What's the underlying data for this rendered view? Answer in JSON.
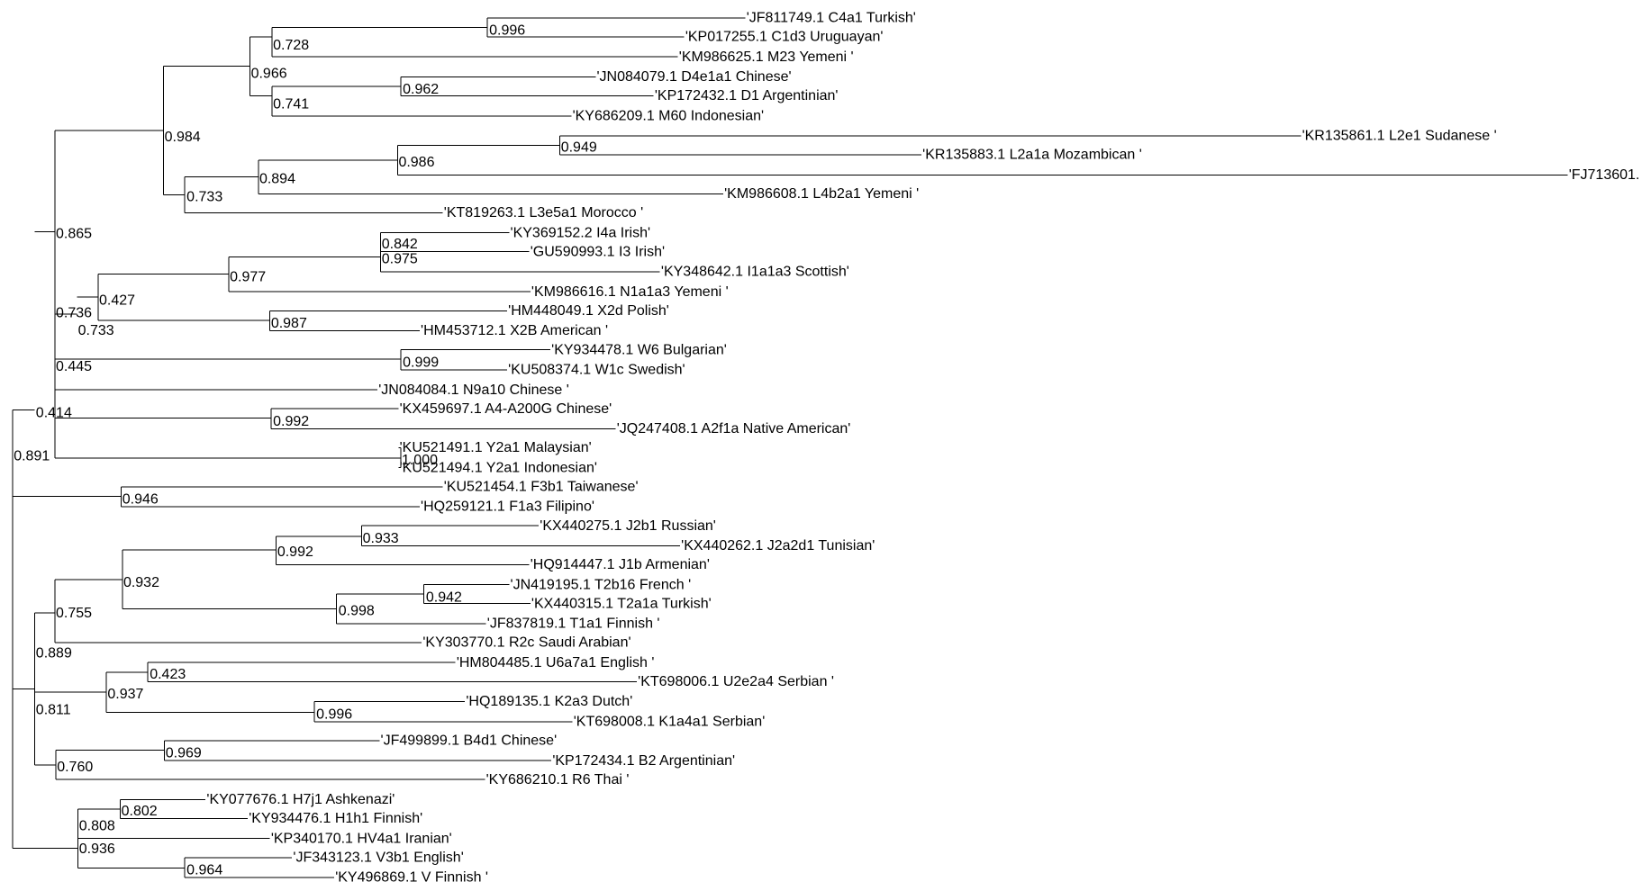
{
  "tree": {
    "line_color": "#000000",
    "text_color": "#000000",
    "background": "#ffffff",
    "leaves": [
      "'JF811749.1 C4a1 Turkish'",
      "'KP017255.1 C1d3 Uruguayan'",
      "'KM986625.1 M23 Yemeni '",
      "'JN084079.1 D4e1a1 Chinese'",
      "'KP172432.1 D1 Argentinian'",
      "'KY686209.1 M60 Indonesian'",
      "'KR135861.1 L2e1 Sudanese '",
      "'KR135883.1 L2a1a Mozambican '",
      "'FJ713601.",
      "'KM986608.1 L4b2a1 Yemeni '",
      "'KT819263.1 L3e5a1 Morocco '",
      "'KY369152.2 I4a Irish'",
      "'GU590993.1 I3 Irish'",
      "'KY348642.1 I1a1a3 Scottish'",
      "'KM986616.1 N1a1a3 Yemeni '",
      "'HM448049.1 X2d Polish'",
      "'HM453712.1 X2B American '",
      "'KY934478.1 W6 Bulgarian'",
      "'KU508374.1 W1c Swedish'",
      "'JN084084.1 N9a10 Chinese '",
      "'KX459697.1 A4-A200G Chinese'",
      "'JQ247408.1 A2f1a Native American'",
      "'KU521491.1 Y2a1 Malaysian'",
      "'KU521494.1 Y2a1 Indonesian'",
      "'KU521454.1 F3b1  Taiwanese'",
      "'HQ259121.1 F1a3 Filipino'",
      "'KX440275.1 J2b1 Russian'",
      "'KX440262.1 J2a2d1 Tunisian'",
      "'HQ914447.1 J1b Armenian'",
      "'JN419195.1 T2b16 French '",
      "'KX440315.1 T2a1a Turkish'",
      "'JF837819.1 T1a1 Finnish '",
      "'KY303770.1 R2c Saudi Arabian'",
      "'HM804485.1 U6a7a1 English '",
      "'KT698006.1 U2e2a4 Serbian '",
      "'HQ189135.1 K2a3 Dutch'",
      "'KT698008.1 K1a4a1 Serbian'",
      "'JF499899.1 B4d1 Chinese'",
      "'KP172434.1 B2 Argentinian'",
      "'KY686210.1 R6  Thai '",
      "'KY077676.1 H7j1 Ashkenazi'",
      "'KY934476.1 H1h1 Finnish'",
      "'KP340170.1 HV4a1 Iranian'",
      "'JF343123.1 V3b1 English'",
      "'KY496869.1 V  Finnish '"
    ],
    "support_values": [
      "0.996",
      "0.728",
      "0.966",
      "0.962",
      "0.741",
      "0.984",
      "0.949",
      "0.986",
      "0.894",
      "0.733",
      "0.865",
      "0.842",
      "0.975",
      "0.977",
      "0.427",
      "0.736",
      "0.987",
      "0.733",
      "0.999",
      "0.445",
      "0.414",
      "0.992",
      "1.000",
      "0.891",
      "0.946",
      "0.933",
      "0.992",
      "0.932",
      "0.942",
      "0.998",
      "0.755",
      "0.889",
      "0.423",
      "0.937",
      "0.996",
      "0.811",
      "0.969",
      "0.760",
      "0.802",
      "0.808",
      "0.936",
      "0.964"
    ]
  }
}
